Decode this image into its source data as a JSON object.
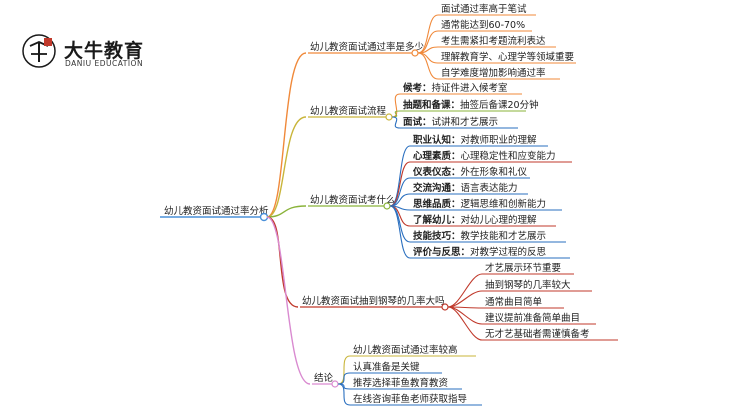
{
  "logo": {
    "cn": "大牛教育",
    "en": "DANIU EDUCATION",
    "mark_char": "牛"
  },
  "root": "幼儿教资面试通过率分析",
  "branches": [
    {
      "label": "幼儿教资面试通过率是多少",
      "color": "#f0893a",
      "items": [
        {
          "text": "面试通过率高于笔试"
        },
        {
          "text": "通常能达到60-70%"
        },
        {
          "text": "考生需紧扣考题流利表达"
        },
        {
          "text": "理解教育学、心理学等领域重要"
        },
        {
          "text": "自学难度增加影响通过率"
        }
      ]
    },
    {
      "label": "幼儿教资面试流程",
      "color": "#c9b53a",
      "items": [
        {
          "key": "候考：",
          "text": "持证件进入候考室"
        },
        {
          "key": "抽题和备课：",
          "text": "抽签后备课20分钟"
        },
        {
          "key": "面试：",
          "text": "试讲和才艺展示"
        }
      ]
    },
    {
      "label": "幼儿教资面试考什么",
      "color": "#8ab33a",
      "items": [
        {
          "key": "职业认知：",
          "text": "对教师职业的理解"
        },
        {
          "key": "心理素质：",
          "text": "心理稳定性和应变能力"
        },
        {
          "key": "仪表仪态：",
          "text": "外在形象和礼仪"
        },
        {
          "key": "交流沟通：",
          "text": "语言表达能力"
        },
        {
          "key": "思维品质：",
          "text": "逻辑思维和创新能力"
        },
        {
          "key": "了解幼儿：",
          "text": "对幼儿心理的理解"
        },
        {
          "key": "技能技巧：",
          "text": "教学技能和才艺展示"
        },
        {
          "key": "评价与反思：",
          "text": "对教学过程的反思"
        }
      ]
    },
    {
      "label": "幼儿教资面试抽到钢琴的几率大吗",
      "color": "#c0392b",
      "items": [
        {
          "text": "才艺展示环节重要"
        },
        {
          "text": "抽到钢琴的几率较大"
        },
        {
          "text": "通常曲目简单"
        },
        {
          "text": "建议提前准备简单曲目"
        },
        {
          "text": "无才艺基础者需谨慎备考"
        }
      ]
    },
    {
      "label": "结论",
      "color": "#d98ad0",
      "items": [
        {
          "text": "幼儿教资面试通过率较高"
        },
        {
          "text": "认真准备是关键"
        },
        {
          "text": "推荐选择菲鱼教育教资"
        },
        {
          "text": "在线咨询菲鱼老师获取指导"
        }
      ]
    }
  ],
  "colors": {
    "root_line": "#4a90d9",
    "line_blue": "#2a6fbf"
  }
}
